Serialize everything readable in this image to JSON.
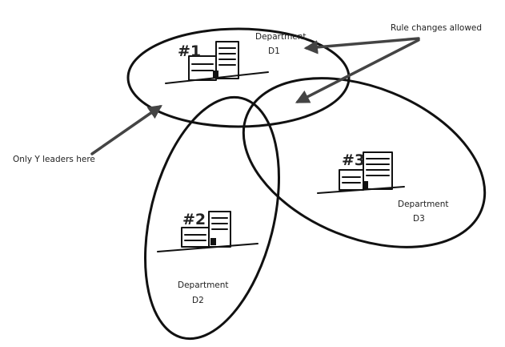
{
  "colors": {
    "d1_fill": "#d9d9d9",
    "stroke": "#111111",
    "arrow": "#444444",
    "background": "#ffffff"
  },
  "annotations": {
    "rule_changes": "Rule changes allowed",
    "only_y_leaders": "Only Y leaders here"
  },
  "departments": [
    {
      "number": "#1",
      "label": "Department",
      "code": "D1"
    },
    {
      "number": "#2",
      "label": "Department",
      "code": "D2"
    },
    {
      "number": "#3",
      "label": "Department",
      "code": "D3"
    }
  ]
}
